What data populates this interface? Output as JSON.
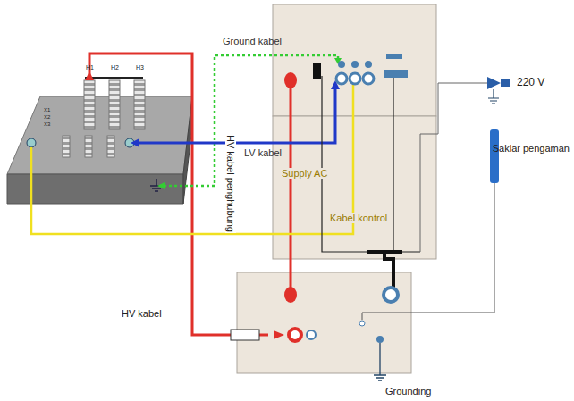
{
  "diagram": {
    "labels": [
      "H1",
      "H2",
      "H3",
      "X1",
      "X2",
      "X3",
      "Ground kabel",
      "LV kabel",
      "Supply AC",
      "Kabel kontrol",
      "HV kabel penghubung",
      "HV kabel",
      "220 V",
      "Saklar pengaman",
      "Grounding"
    ]
  }
}
